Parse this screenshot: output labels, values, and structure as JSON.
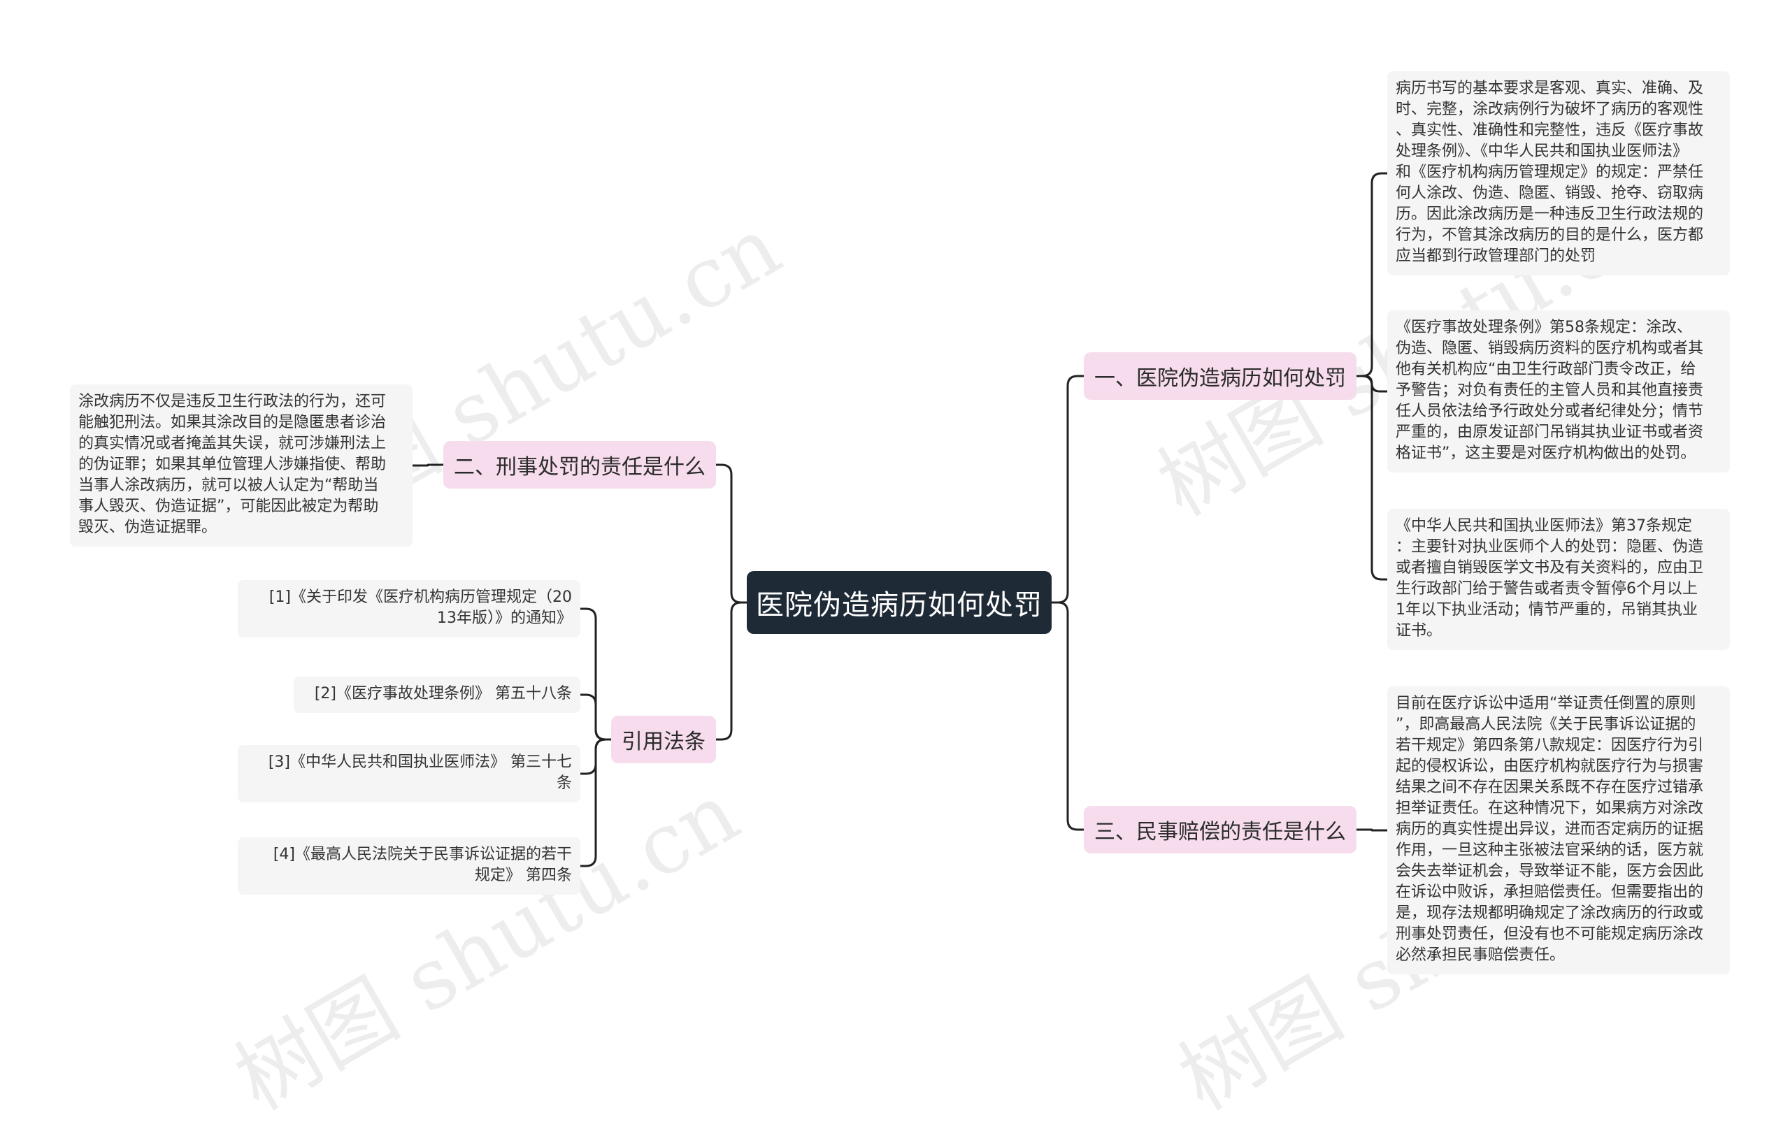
{
  "watermark": {
    "texts": [
      "树图 shutu.cn",
      "树图 shutu.cn",
      "树图 shutu.cn",
      "树图 shutu.cn"
    ]
  },
  "root": {
    "label": "医院伪造病历如何处罚"
  },
  "branches": {
    "b1": {
      "label": "一、医院伪造病历如何处罚"
    },
    "b2": {
      "label": "二、刑事处罚的责任是什么"
    },
    "b3": {
      "label": "三、民事赔偿的责任是什么"
    },
    "b4": {
      "label": "引用法条"
    }
  },
  "leaves": {
    "b1_l1": "病历书写的基本要求是客观、真实、准确、及\n时、完整，涂改病例行为破坏了病历的客观性\n、真实性、准确性和完整性，违反《医疗事故\n处理条例》、《中华人民共和国执业医师法》\n和《医疗机构病历管理规定》的规定：严禁任\n何人涂改、伪造、隐匿、销毁、抢夺、窃取病\n历。因此涂改病历是一种违反卫生行政法规的\n行为，不管其涂改病历的目的是什么，医方都\n应当都到行政管理部门的处罚",
    "b1_l2": "《医疗事故处理条例》第58条规定：涂改、\n伪造、隐匿、销毁病历资料的医疗机构或者其\n他有关机构应“由卫生行政部门责令改正，给\n予警告；对负有责任的主管人员和其他直接责\n任人员依法给予行政处分或者纪律处分；情节\n严重的，由原发证部门吊销其执业证书或者资\n格证书”，这主要是对医疗机构做出的处罚。",
    "b1_l3": "《中华人民共和国执业医师法》第37条规定\n：主要针对执业医师个人的处罚：隐匿、伪造\n或者擅自销毁医学文书及有关资料的，应由卫\n生行政部门给于警告或者责令暂停6个月以上\n1年以下执业活动；情节严重的，吊销其执业\n证书。",
    "b3_l1": "目前在医疗诉讼中适用“举证责任倒置的原则\n”，即高最高人民法院《关于民事诉讼证据的\n若干规定》第四条第八款规定：因医疗行为引\n起的侵权诉讼，由医疗机构就医疗行为与损害\n结果之间不存在因果关系既不存在医疗过错承\n担举证责任。在这种情况下，如果病方对涂改\n病历的真实性提出异议，进而否定病历的证据\n作用，一旦这种主张被法官采纳的话，医方就\n会失去举证机会，导致举证不能，医方会因此\n在诉讼中败诉，承担赔偿责任。但需要指出的\n是，现存法规都明确规定了涂改病历的行政或\n刑事处罚责任，但没有也不可能规定病历涂改\n必然承担民事赔偿责任。",
    "b2_l1": "涂改病历不仅是违反卫生行政法的行为，还可\n能触犯刑法。如果其涂改目的是隐匿患者诊治\n的真实情况或者掩盖其失误，就可涉嫌刑法上\n的伪证罪；如果其单位管理人涉嫌指使、帮助\n当事人涂改病历，就可以被人认定为“帮助当\n事人毁灭、伪造证据”，可能因此被定为帮助\n毁灭、伪造证据罪。",
    "b4_l1": "[1]《关于印发《医疗机构病历管理规定（20\n13年版）》的通知》",
    "b4_l2": "[2]《医疗事故处理条例》 第五十八条",
    "b4_l3": "[3]《中华人民共和国执业医师法》 第三十七\n条",
    "b4_l4": "[4]《最高人民法院关于民事诉讼证据的若干\n规定》 第四条"
  }
}
